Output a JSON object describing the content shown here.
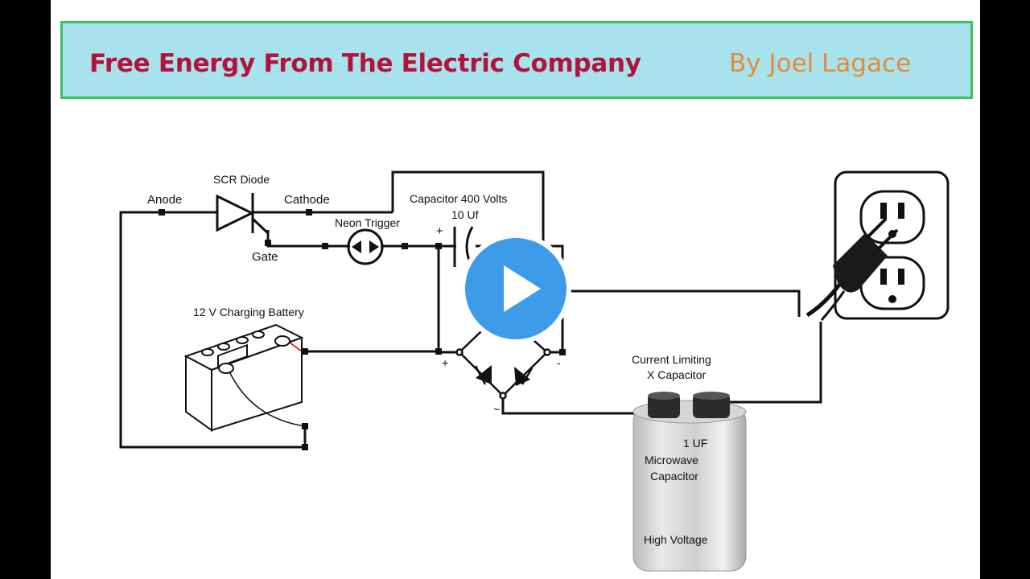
{
  "banner": {
    "title": "Free Energy From The Electric Company",
    "author": "By Joel Lagace",
    "title_color": "#b3123a",
    "author_color": "#e58a3a",
    "background": "#a8e2ec",
    "border_color": "#3cc35a"
  },
  "labels": {
    "scr_diode": "SCR Diode",
    "anode": "Anode",
    "cathode": "Cathode",
    "gate": "Gate",
    "neon_trigger": "Neon Trigger",
    "capacitor_title": "Capacitor 400 Volts",
    "capacitor_value": "10 Uf",
    "cap_plus": "+",
    "battery": "12 V Charging Battery",
    "bridge_plus": "+",
    "bridge_minus": "-",
    "bridge_ac": "~",
    "x_cap_title_1": "Current Limiting",
    "x_cap_title_2": "X Capacitor",
    "x_cap_value": "1 UF",
    "x_cap_type_1": "Microwave",
    "x_cap_type_2": "Capacitor",
    "x_cap_voltage": "High Voltage"
  },
  "video": {
    "play_icon": "play-icon",
    "play_color": "#3d9be9"
  }
}
